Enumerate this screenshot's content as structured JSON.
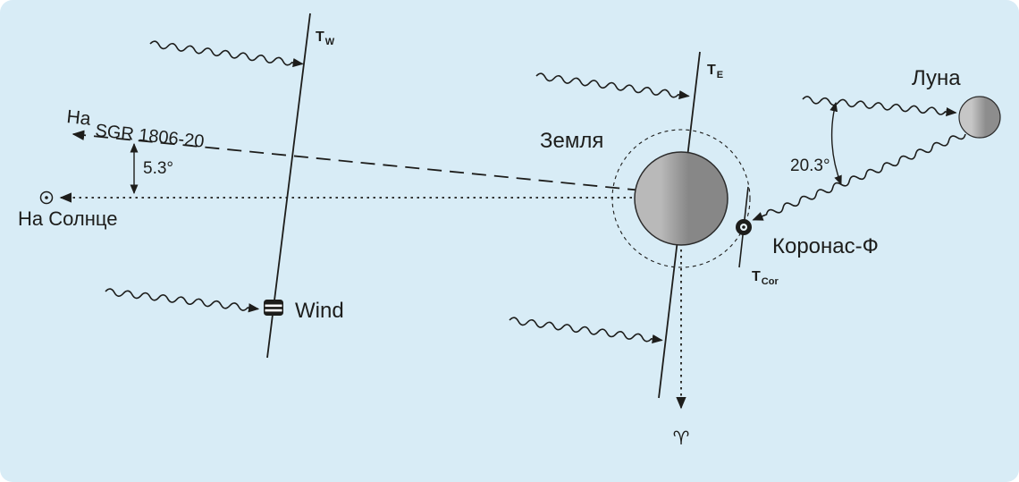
{
  "colors": {
    "background": "#d8ecf6",
    "line": "#1d1d1b",
    "earth_light": "#b9b9b9",
    "earth_dark": "#878787",
    "moon_light": "#c6c6c6",
    "moon_dark": "#8d8d8d",
    "satellite_inner": "#e9f4fa"
  },
  "labels": {
    "to_sgr_prefix": "На",
    "sgr_name": "SGR 1806-20",
    "sgr_sun_angle": "5.3°",
    "to_sun": "На Солнце",
    "wind_spacecraft": "Wind",
    "earth": "Земля",
    "koronas_spacecraft": "Коронас-Ф",
    "moon": "Луна",
    "moon_angle": "20.3°",
    "vernal_equinox_symbol": "♈",
    "wavefront_wind_main": "T",
    "wavefront_wind_sub": "W",
    "wavefront_earth_main": "T",
    "wavefront_earth_sub": "E",
    "wavefront_koronas_main": "T",
    "wavefront_koronas_sub": "Cor"
  }
}
